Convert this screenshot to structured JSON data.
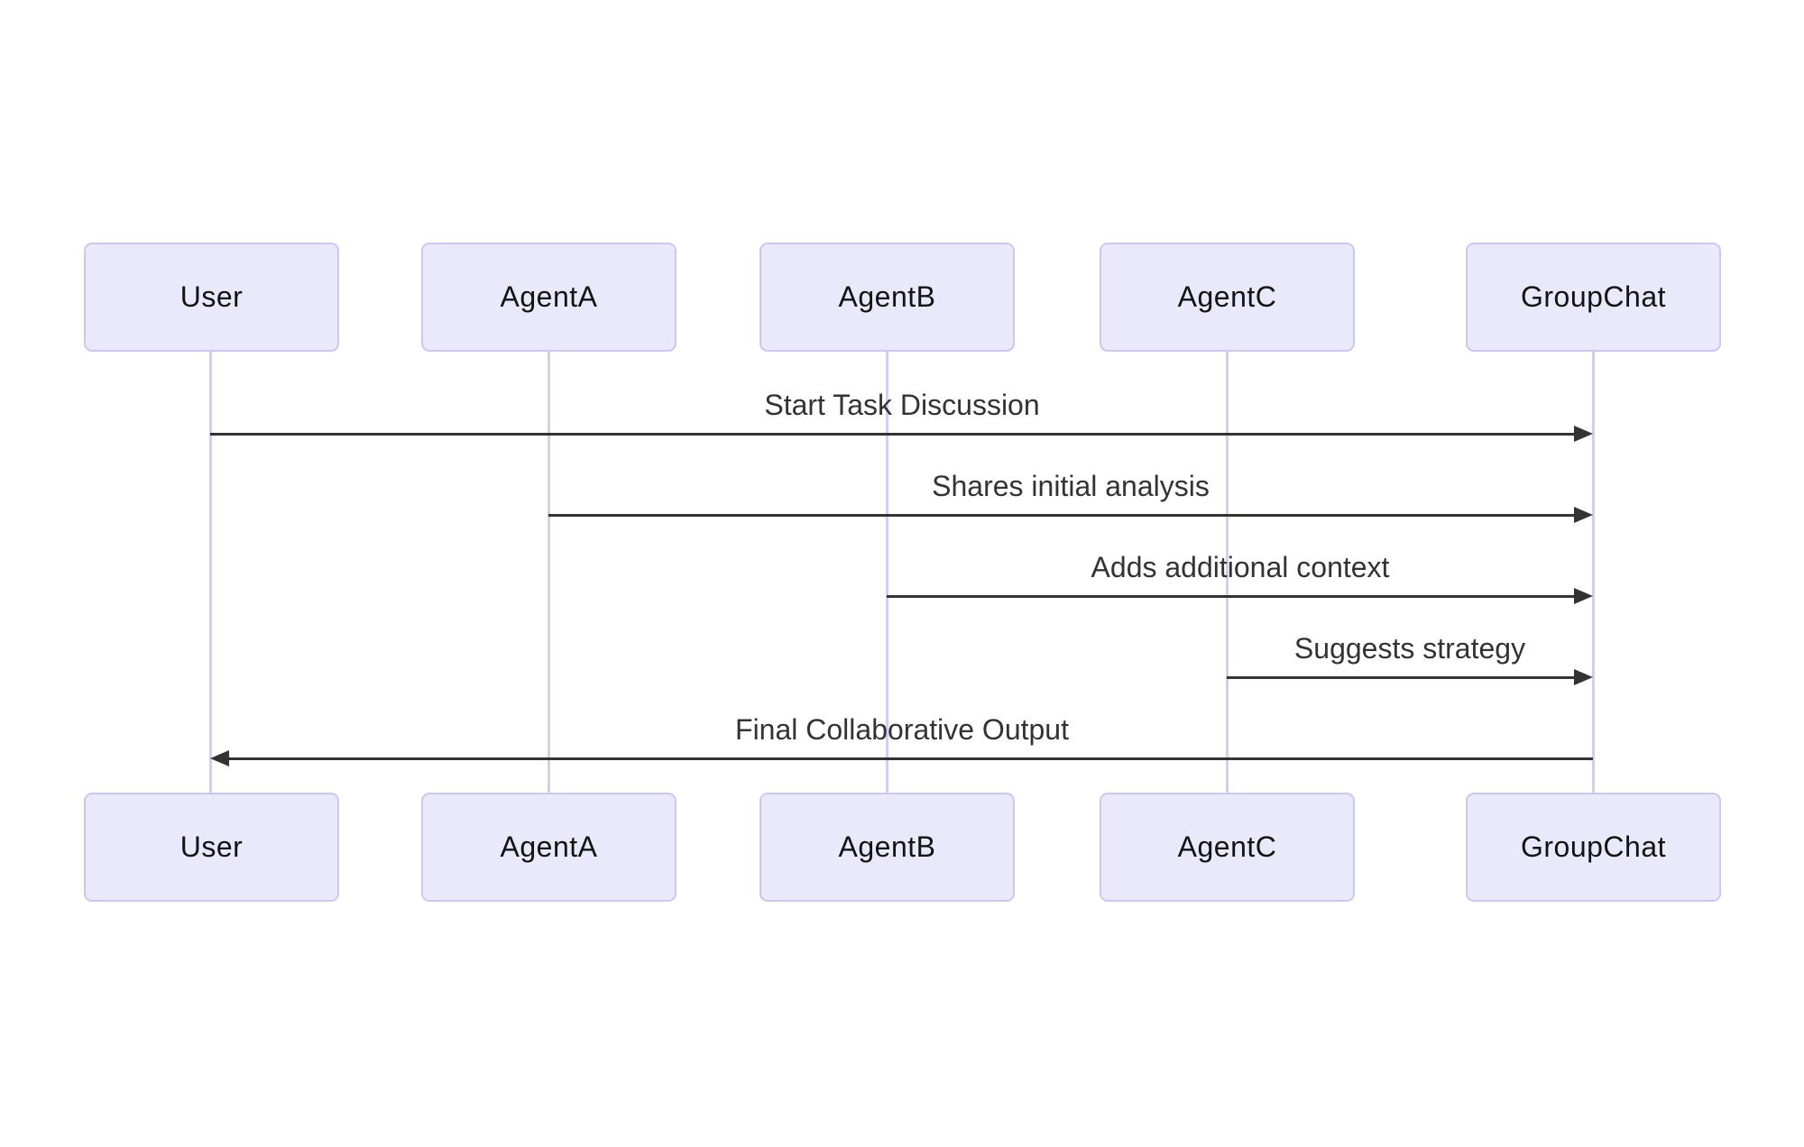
{
  "diagram": {
    "type": "sequence-diagram",
    "actors": [
      {
        "id": "user",
        "label": "User"
      },
      {
        "id": "agent-a",
        "label": "AgentA"
      },
      {
        "id": "agent-b",
        "label": "AgentB"
      },
      {
        "id": "agent-c",
        "label": "AgentC"
      },
      {
        "id": "group-chat",
        "label": "GroupChat"
      }
    ],
    "messages": [
      {
        "from": "User",
        "to": "GroupChat",
        "label": "Start Task Discussion",
        "direction": "right"
      },
      {
        "from": "AgentA",
        "to": "GroupChat",
        "label": "Shares initial analysis",
        "direction": "right"
      },
      {
        "from": "AgentB",
        "to": "GroupChat",
        "label": "Adds additional context",
        "direction": "right"
      },
      {
        "from": "AgentC",
        "to": "GroupChat",
        "label": "Suggests strategy",
        "direction": "right"
      },
      {
        "from": "GroupChat",
        "to": "User",
        "label": "Final Collaborative Output",
        "direction": "left"
      }
    ],
    "colors": {
      "actor_fill": "#eae9fb",
      "actor_border": "#cfc6ee",
      "lifeline": "#d6ccf0",
      "arrow": "#333333",
      "message_text": "#333333",
      "actor_text": "#131313",
      "background": "#ffffff"
    }
  }
}
